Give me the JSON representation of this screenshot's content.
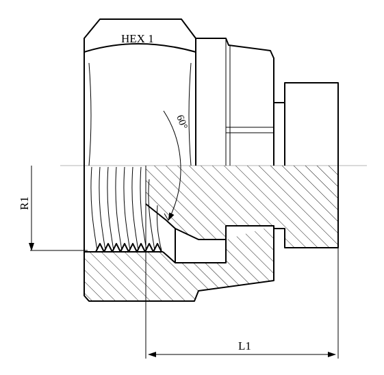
{
  "diagram": {
    "labels": {
      "hex": "HEX 1",
      "radius": "R1",
      "length": "L1",
      "angle": "60°"
    },
    "colors": {
      "line": "#000000",
      "centerline": "#b5b5b5",
      "background": "#ffffff"
    }
  }
}
